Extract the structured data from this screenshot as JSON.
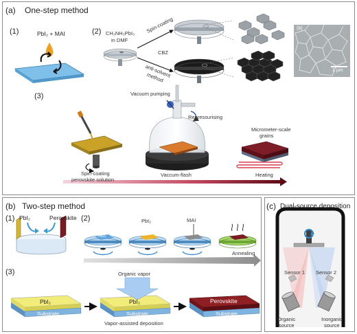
{
  "panel_a": {
    "letter": "(a)",
    "title": "One-step method",
    "step1": {
      "num": "(1)",
      "reagent": "PbI₂ + MAI"
    },
    "step2": {
      "num": "(2)",
      "precursor_line1": "CH₃NH₃PbI₃",
      "precursor_line2": "in DMF",
      "spin_label": "Spin-coating",
      "antisolvent_name": "CBZ",
      "antisolvent_line1": "anti-solvent",
      "antisolvent_line2": "method",
      "sem_letter": "(b)",
      "scale_bar": "1 μm"
    },
    "step3": {
      "num": "(3)",
      "vacuum_pumping": "Vacuum pumping",
      "repressurising": "Repressurising",
      "grains_line1": "Micrometer-scale",
      "grains_line2": "grains",
      "spin_line1": "Spin-coating",
      "spin_line2": "perovskite solution",
      "vacuum_flash": "Vaccum-flash",
      "heating": "Heating"
    }
  },
  "panel_b": {
    "letter": "(b)",
    "title": "Two-step method",
    "step1": {
      "num": "(1)",
      "left_label": "PbI₂",
      "right_label": "Perovskite"
    },
    "step2": {
      "num": "(2)",
      "tio2": "TiO₂",
      "pbi2": "PbI₂",
      "mai": "MAI",
      "annealing": "Annealing"
    },
    "step3": {
      "num": "(3)",
      "layer1": "PbI₂",
      "layer2": "PbI₂",
      "layer3": "Perovskite",
      "substrate": "Substrate",
      "organic_vapor": "Organic vapor",
      "caption": "Vapor-assisted deposition"
    }
  },
  "panel_c": {
    "letter": "(c)",
    "title": "Dual-source deposition",
    "sensor1": "Sensor 1",
    "sensor2": "Sensor 2",
    "organic_line1": "Organic",
    "organic_line2": "source",
    "inorganic_line1": "Inorganic",
    "inorganic_line2": "source"
  },
  "colors": {
    "substrate_blue": "#7fb7e8",
    "pbi2_yellow": "#f2ea78",
    "perovskite_red": "#8c1c1c",
    "disc_dark": "#1a1a1a",
    "heating_gradient_start": "#f4c9d6",
    "heating_gradient_end": "#6a0f1a"
  }
}
